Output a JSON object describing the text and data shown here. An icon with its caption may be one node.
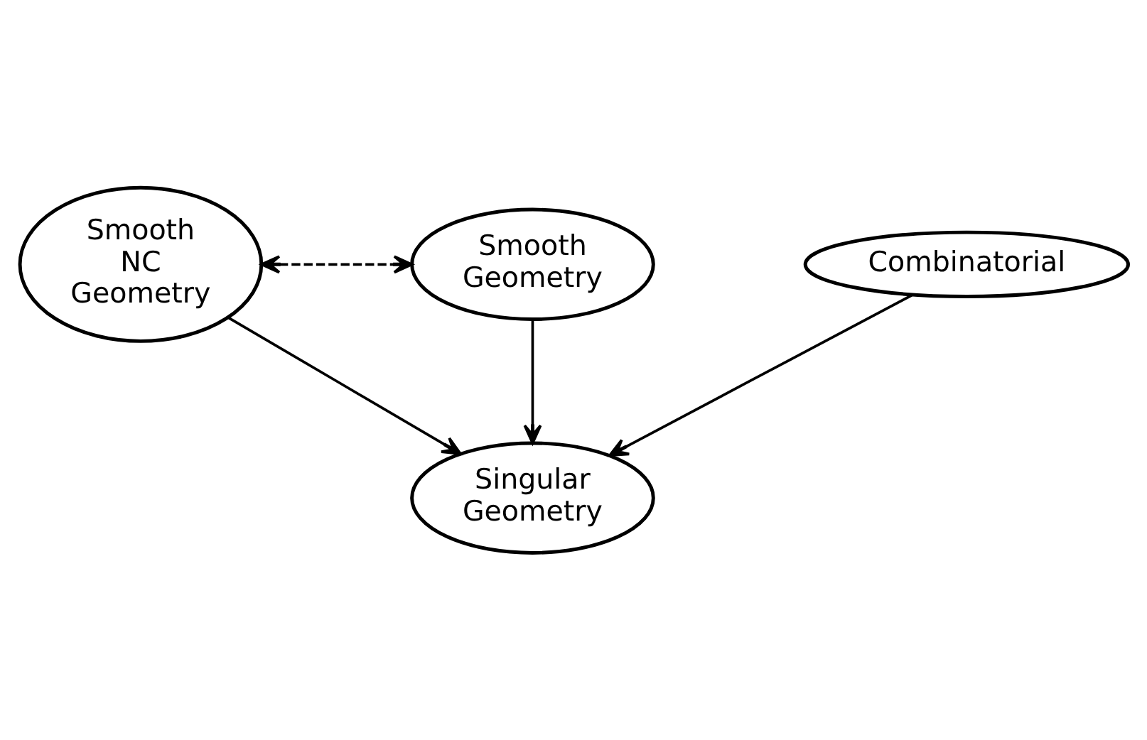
{
  "diagram": {
    "nodes": [
      {
        "text": [
          "Smooth NC Geometry"
        ]
      },
      {
        "text": [
          "Smooth Geometry"
        ]
      },
      {
        "text": [
          "Combinatorial"
        ]
      },
      {
        "text": [
          "Singular Geometry"
        ]
      }
    ],
    "edges": [
      {
        "from": 0,
        "to": 1,
        "arrow": "both",
        "style": "dashed"
      },
      {
        "from": 0,
        "to": 3,
        "arrow": "to"
      },
      {
        "from": 2,
        "to": 3,
        "arrow": "to"
      },
      {
        "from": 1,
        "to": 3,
        "arrow": "to"
      }
    ]
  }
}
